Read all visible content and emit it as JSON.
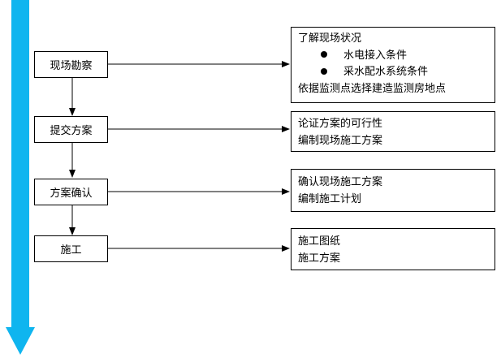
{
  "steps": [
    {
      "label": "现场勘察"
    },
    {
      "label": "提交方案"
    },
    {
      "label": "方案确认"
    },
    {
      "label": "施工"
    }
  ],
  "notes": [
    {
      "title": "了解现场状况",
      "bullets": [
        "水电接入条件",
        "采水配水系统条件"
      ],
      "tail": "依据监测点选择建造监测房地点"
    },
    {
      "lines": [
        "论证方案的可行性",
        "编制现场施工方案"
      ]
    },
    {
      "lines": [
        "确认现场施工方案",
        "编制施工计划"
      ]
    },
    {
      "lines": [
        "施工图纸",
        "施工方案"
      ]
    }
  ],
  "colors": {
    "timeline": "#0fb5ef"
  }
}
